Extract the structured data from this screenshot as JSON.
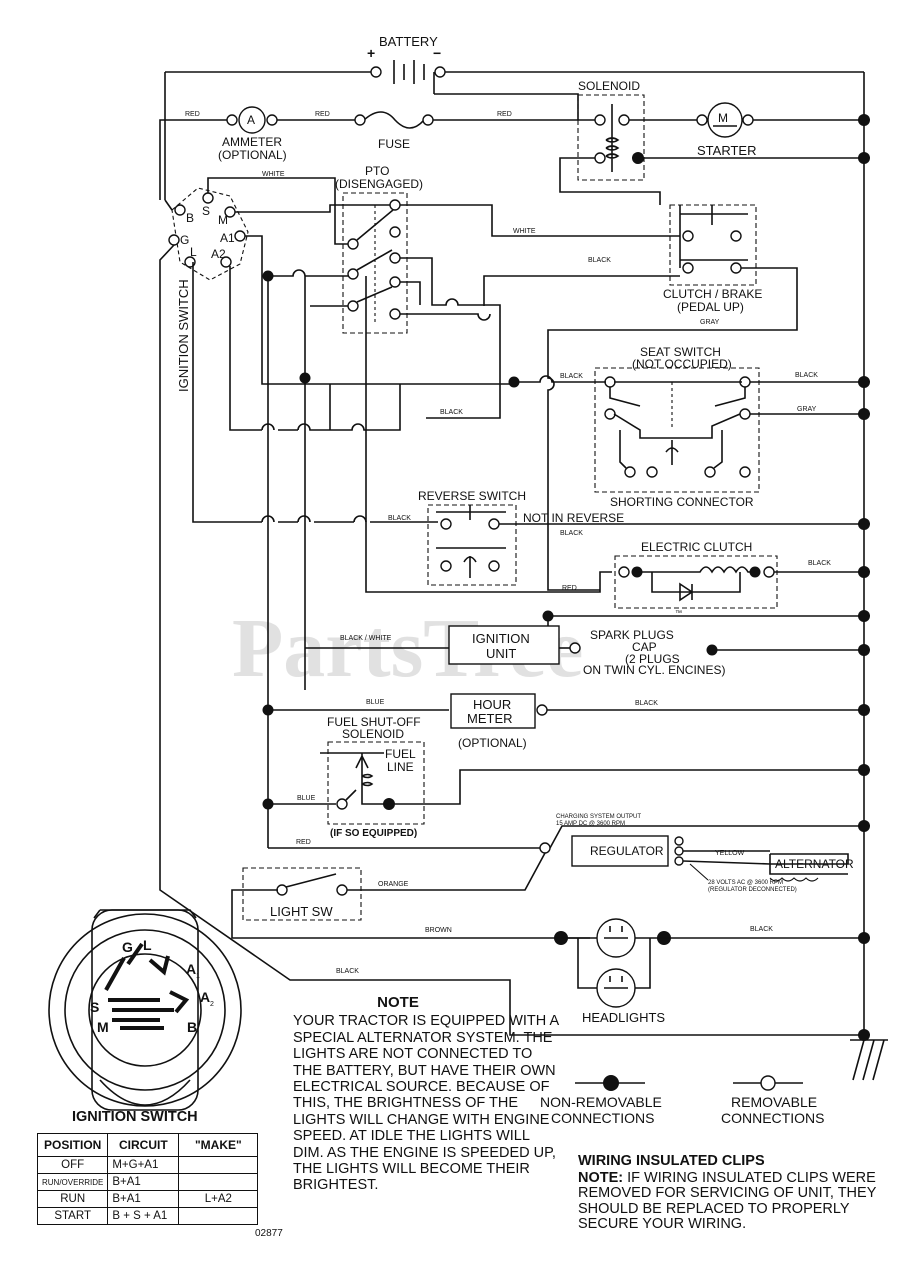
{
  "labels": {
    "battery": "BATTERY",
    "battery_plus": "+",
    "battery_minus": "−",
    "solenoid": "SOLENOID",
    "ammeter_symbol": "A",
    "ammeter": "AMMETER",
    "ammeter_optional": "(OPTIONAL)",
    "fuse": "FUSE",
    "motor_symbol": "M",
    "starter": "STARTER",
    "pto": "PTO",
    "pto_state": "(DISENGAGED)",
    "clutch_brake": "CLUTCH / BRAKE",
    "clutch_brake_state": "(PEDAL UP)",
    "seat_switch": "SEAT SWITCH",
    "seat_switch_state": "(NOT OCCUPIED)",
    "shorting_connector": "SHORTING CONNECTOR",
    "reverse_switch": "REVERSE SWITCH",
    "not_in_reverse": "NOT IN REVERSE",
    "electric_clutch": "ELECTRIC CLUTCH",
    "ignition_switch_vertical": "IGNITION SWITCH",
    "ignition_unit_1": "IGNITION",
    "ignition_unit_2": "UNIT",
    "spark_1": "SPARK PLUGS",
    "spark_2": "CAP",
    "spark_3": "(2 PLUGS",
    "spark_4": "ON TWIN CYL. ENCINES)",
    "hour_meter_1": "HOUR",
    "hour_meter_2": "METER",
    "hour_meter_optional": "(OPTIONAL)",
    "fuel_solenoid_1": "FUEL SHUT-OFF",
    "fuel_solenoid_2": "SOLENOID",
    "fuel_line_1": "FUEL",
    "fuel_line_2": "LINE",
    "if_so_equipped": "(IF SO EQUIPPED)",
    "charging_1": "CHARGING SYSTEM OUTPUT",
    "charging_2": "15 AMP DC @ 3600 RPM",
    "regulator": "REGULATOR",
    "alternator": "ALTERNATOR",
    "ac_1": "28 VOLTS AC @ 3600 RPM",
    "ac_2": "(REGULATOR DECONNECTED)",
    "light_sw": "LIGHT SW",
    "headlights": "HEADLIGHTS",
    "non_removable_1": "NON-REMOVABLE",
    "non_removable_2": "CONNECTIONS",
    "removable_1": "REMOVABLE",
    "removable_2": "CONNECTIONS",
    "watermark": "PartsTree",
    "watermark_tm": "™",
    "term_b": "B",
    "term_s": "S",
    "term_m": "M",
    "term_g": "G",
    "term_a1": "A1",
    "term_l": "L",
    "term_a2": "A2",
    "key_g": "G",
    "key_l": "L",
    "key_a1": "A",
    "key_a1_sub": "1",
    "key_a2": "A",
    "key_a2_sub": "2",
    "key_s": "S",
    "key_m": "M",
    "key_b": "B"
  },
  "wire_colors": {
    "red": "RED",
    "white": "WHITE",
    "black": "BLACK",
    "gray": "GRAY",
    "black_white": "BLACK / WHITE",
    "blue": "BLUE",
    "yellow": "YELLOW",
    "orange": "ORANGE",
    "brown": "BROWN"
  },
  "note": {
    "title": "NOTE",
    "body": "YOUR TRACTOR IS EQUIPPED WITH A SPECIAL ALTERNATOR SYSTEM. THE LIGHTS ARE NOT CONNECTED TO THE BATTERY, BUT HAVE THEIR OWN ELECTRICAL SOURCE. BECAUSE OF THIS, THE BRIGHTNESS OF THE LIGHTS WILL CHANGE WITH ENGINE SPEED.  AT IDLE THE LIGHTS WILL DIM.  AS THE ENGINE IS SPEEDED UP, THE LIGHTS WILL BECOME THEIR BRIGHTEST."
  },
  "clips": {
    "title": "WIRING INSULATED CLIPS",
    "note_label": "NOTE:",
    "body": " IF WIRING INSULATED CLIPS WERE REMOVED FOR SERVICING OF UNIT, THEY SHOULD BE REPLACED TO PROPERLY SECURE YOUR WIRING."
  },
  "ignition_table": {
    "title": "IGNITION SWITCH",
    "headers": [
      "POSITION",
      "CIRCUIT",
      "\"MAKE\""
    ],
    "rows": [
      {
        "position": "OFF",
        "circuit": "M+G+A1",
        "extra": ""
      },
      {
        "position": "RUN/OVERRIDE",
        "circuit": "B+A1",
        "extra": ""
      },
      {
        "position": "RUN",
        "circuit": "B+A1",
        "extra": "L+A2"
      },
      {
        "position": "START",
        "circuit": "B + S + A1",
        "extra": ""
      }
    ]
  },
  "drawing_code": "02877"
}
